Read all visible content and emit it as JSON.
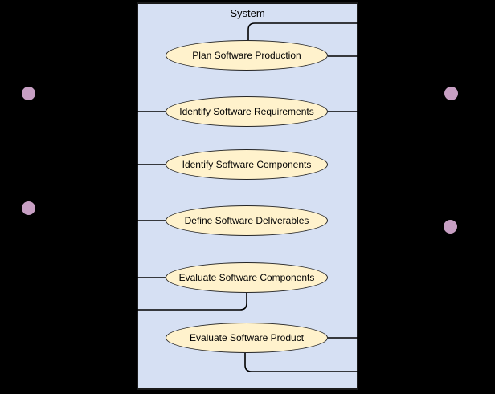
{
  "colors": {
    "background": "#000000",
    "boundary-fill": "#d6e0f3",
    "boundary-border": "#1a1a1a",
    "usecase-fill": "#fff2cc",
    "usecase-border": "#262626",
    "connector": "#000000",
    "actor-head": "#c79fc3",
    "label-text": "#000000"
  },
  "system": {
    "title": "System"
  },
  "usecases": [
    {
      "label": "Plan Software Production"
    },
    {
      "label": "Identify Software Requirements"
    },
    {
      "label": "Identify Software Components"
    },
    {
      "label": "Define Software Deliverables"
    },
    {
      "label": "Evaluate Software Components"
    },
    {
      "label": "Evaluate Software Product"
    }
  ],
  "actors": {
    "visible_head_count": 4
  }
}
